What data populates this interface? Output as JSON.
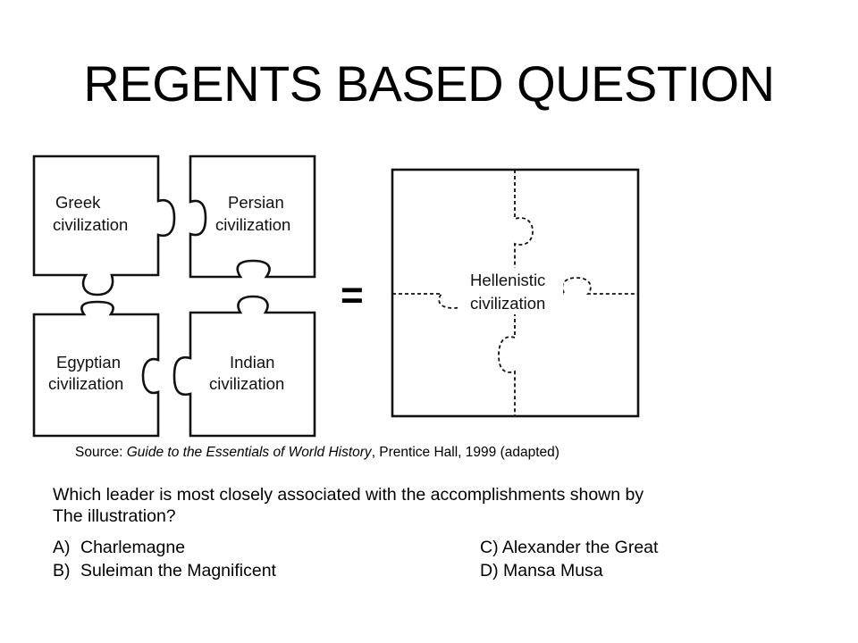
{
  "slide": {
    "title": "REGENTS BASED QUESTION"
  },
  "illustration": {
    "pieces": {
      "greek": [
        "Greek",
        "civilization"
      ],
      "persian": [
        "Persian",
        "civilization"
      ],
      "egyptian": [
        "Egyptian",
        "civilization"
      ],
      "indian": [
        "Indian",
        "civilization"
      ]
    },
    "equals_sign": "=",
    "result": [
      "Hellenistic",
      "civilization"
    ],
    "source": {
      "prefix": "Source: ",
      "work": "Guide to the Essentials of World History",
      "suffix": ", Prentice Hall, 1999 (adapted)"
    }
  },
  "question": {
    "line1": "Which leader is most closely associated with the accomplishments shown by",
    "line2": "The illustration?",
    "choices": [
      {
        "letter": "A)",
        "text": "Charlemagne"
      },
      {
        "letter": "C)",
        "text": "Alexander the Great"
      },
      {
        "letter": "B)",
        "text": "Suleiman the Magnificent"
      },
      {
        "letter": "D)",
        "text": "Mansa Musa"
      }
    ]
  }
}
